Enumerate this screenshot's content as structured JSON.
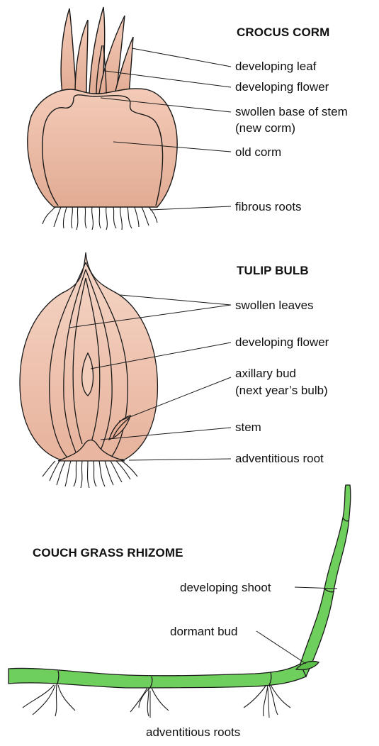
{
  "sections": {
    "crocus": {
      "title": "CROCUS CORM",
      "labels": {
        "developing_leaf": "developing leaf",
        "developing_flower": "developing flower",
        "swollen_base_line1": "swollen base of stem",
        "swollen_base_line2": "(new corm)",
        "old_corm": "old corm",
        "fibrous_roots": "fibrous roots"
      }
    },
    "tulip": {
      "title": "TULIP BULB",
      "labels": {
        "swollen_leaves": "swollen leaves",
        "developing_flower": "developing flower",
        "axillary_bud_line1": "axillary bud",
        "axillary_bud_line2": "(next year’s bulb)",
        "stem": "stem",
        "adventitious_root": "adventitious root"
      }
    },
    "rhizome": {
      "title": "COUCH GRASS RHIZOME",
      "labels": {
        "developing_shoot": "developing shoot",
        "dormant_bud": "dormant bud",
        "adventitious_roots": "adventitious roots"
      }
    }
  },
  "colors": {
    "corm_fill": "#e9b9a3",
    "bulb_fill": "#eec2af",
    "rhizome_fill": "#6fcf5c",
    "outline": "#1a1a1a"
  }
}
